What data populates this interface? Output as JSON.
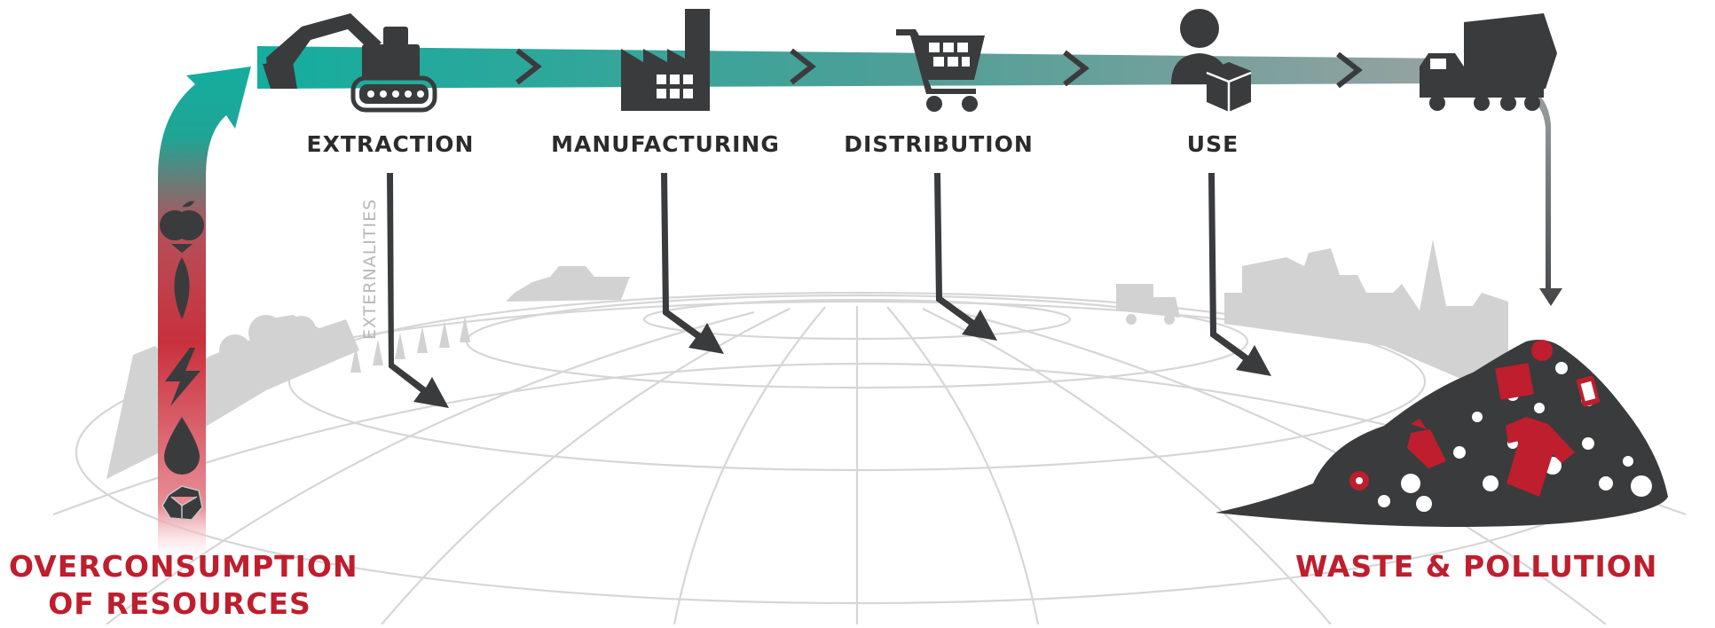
{
  "stages": [
    {
      "id": "extraction",
      "label": "EXTRACTION",
      "icon": "excavator-icon"
    },
    {
      "id": "manufacturing",
      "label": "MANUFACTURING",
      "icon": "factory-icon"
    },
    {
      "id": "distribution",
      "label": "DISTRIBUTION",
      "icon": "shopping-cart-icon"
    },
    {
      "id": "use",
      "label": "USE",
      "icon": "person-with-box-icon"
    },
    {
      "id": "disposal",
      "label": "",
      "icon": "garbage-truck-icon"
    }
  ],
  "side_labels": {
    "left_line1": "OVERCONSUMPTION",
    "left_line2": "OF RESOURCES",
    "right": "WASTE & POLLUTION"
  },
  "externalities_label": "EXTERNALITIES",
  "resource_icons": [
    "apple-icon",
    "fish-icon",
    "lightning-icon",
    "water-drop-icon",
    "mineral-icon"
  ],
  "colors": {
    "flow_teal": "#1aa89a",
    "flow_gray": "#8d9a99",
    "accent_red": "#be1e2d",
    "icon_dark": "#3a3b3d",
    "globe_line": "#d4d4d4",
    "silhouette": "#d0d0d0"
  }
}
